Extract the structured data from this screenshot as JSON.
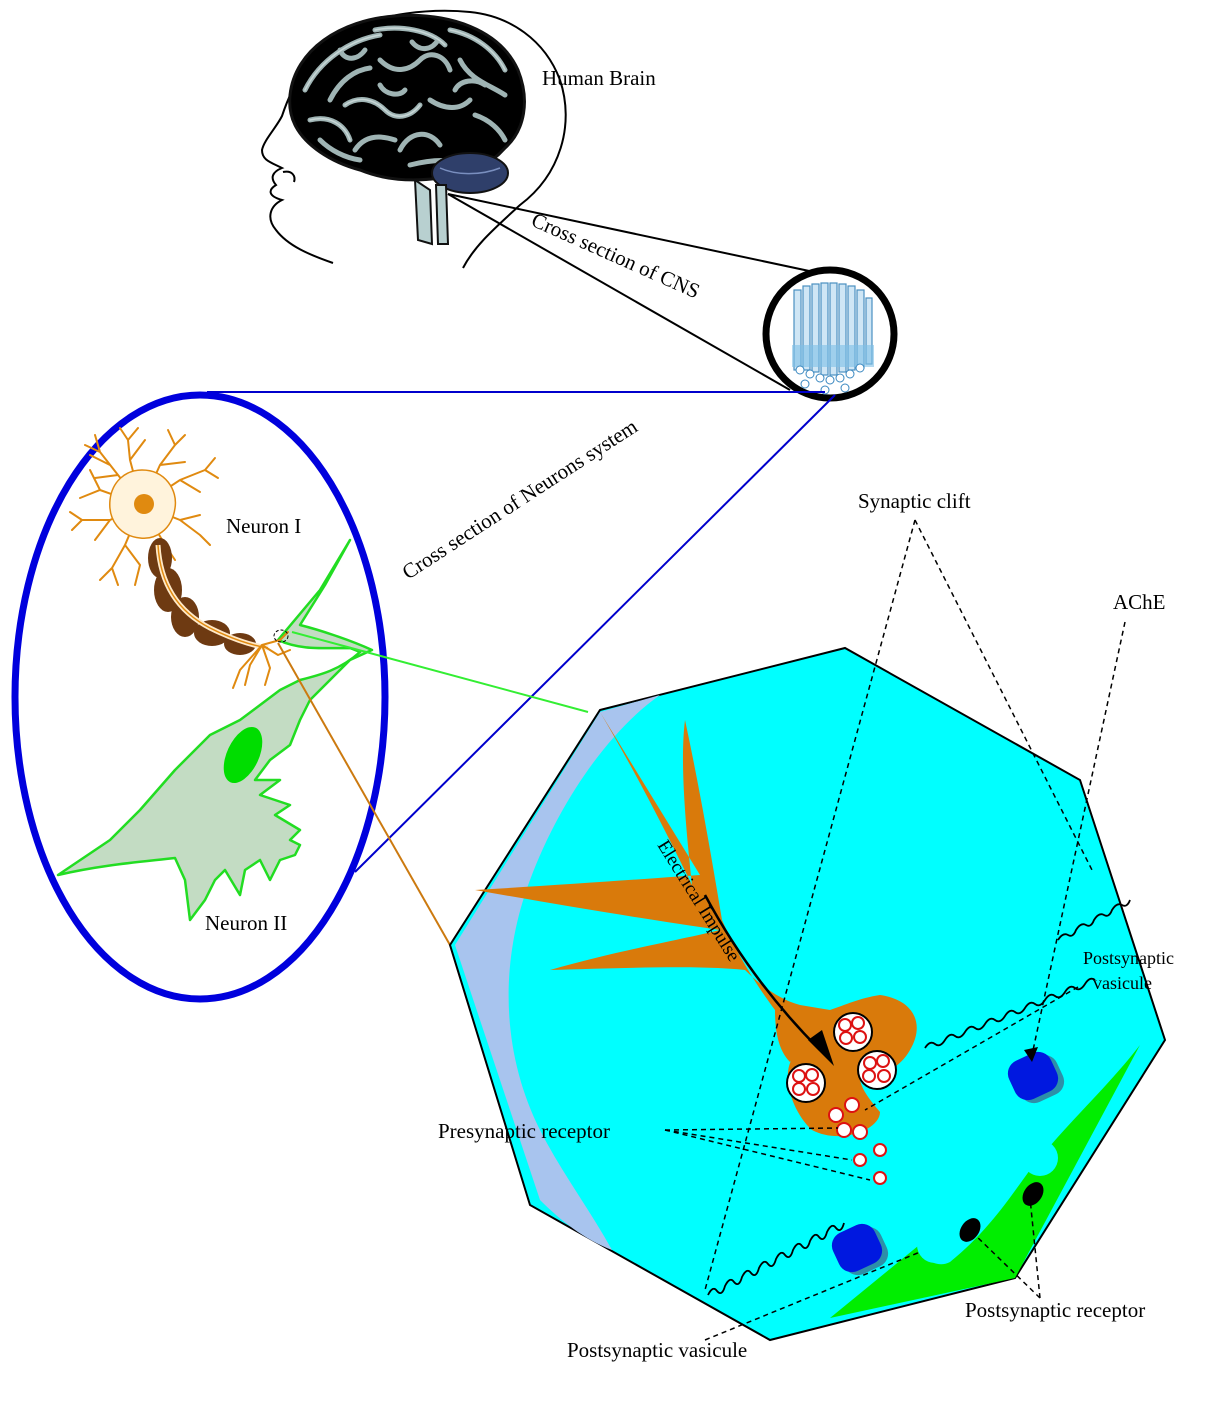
{
  "labels": {
    "human_brain": "Human Brain",
    "cns_cross_section": "Cross section of CNS",
    "neurons_cross_section": "Cross section of Neurons system",
    "neuron_1": "Neuron I",
    "neuron_2": "Neuron II",
    "synaptic_clift": "Synaptic clift",
    "ache": "AChE",
    "postsynaptic_vasicule_right_line1": "Postsynaptic",
    "postsynaptic_vasicule_right_line2": "vasicule",
    "electrical_impulse": "Electrical Impulse",
    "presynaptic_receptor": "Presynaptic receptor",
    "postsynaptic_receptor": "Postsynaptic receptor",
    "postsynaptic_vasicule_bottom": "Postsynaptic vasicule"
  },
  "colors": {
    "synapse_fill": "#00ffff",
    "presynaptic_terminal": "#d97a0b",
    "membrane_band": "#a8c4ee",
    "postsynaptic_membrane": "#00ee00",
    "neuron_1": "#e08a10",
    "neuron_2_fill": "#c3dcc3",
    "neuron_2_outline": "#22dd22",
    "neuron_2_nucleus": "#00dd00",
    "myelin": "#6e3a12",
    "ellipse": "#0000dd",
    "connector_blue": "#0000cc",
    "connector_green": "#33ee33",
    "connector_orange": "#cc7a10",
    "enzyme_ache": "#0018e0",
    "vesicle_outline": "#dd1111"
  }
}
